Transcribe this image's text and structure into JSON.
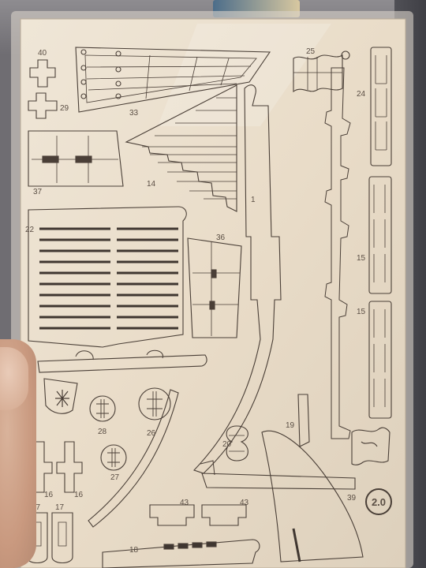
{
  "part_labels": {
    "p40": "40",
    "p29": "29",
    "p33": "33",
    "p25": "25",
    "p24": "24",
    "p37": "37",
    "p14": "14",
    "p1": "1",
    "p22": "22",
    "p36": "36",
    "p15a": "15",
    "p15b": "15",
    "p28": "28",
    "p26": "26",
    "p20": "20",
    "p19": "19",
    "p27": "27",
    "p16a": "16",
    "p16b": "16",
    "p43a": "43",
    "p43b": "43",
    "p17a": "17",
    "p17b": "17",
    "p18": "18",
    "p39": "39"
  },
  "sheet_version": "2.0",
  "colors": {
    "wood": "#ece1d0",
    "cut_line": "#4a3f37",
    "burn": "#6b5d52"
  }
}
